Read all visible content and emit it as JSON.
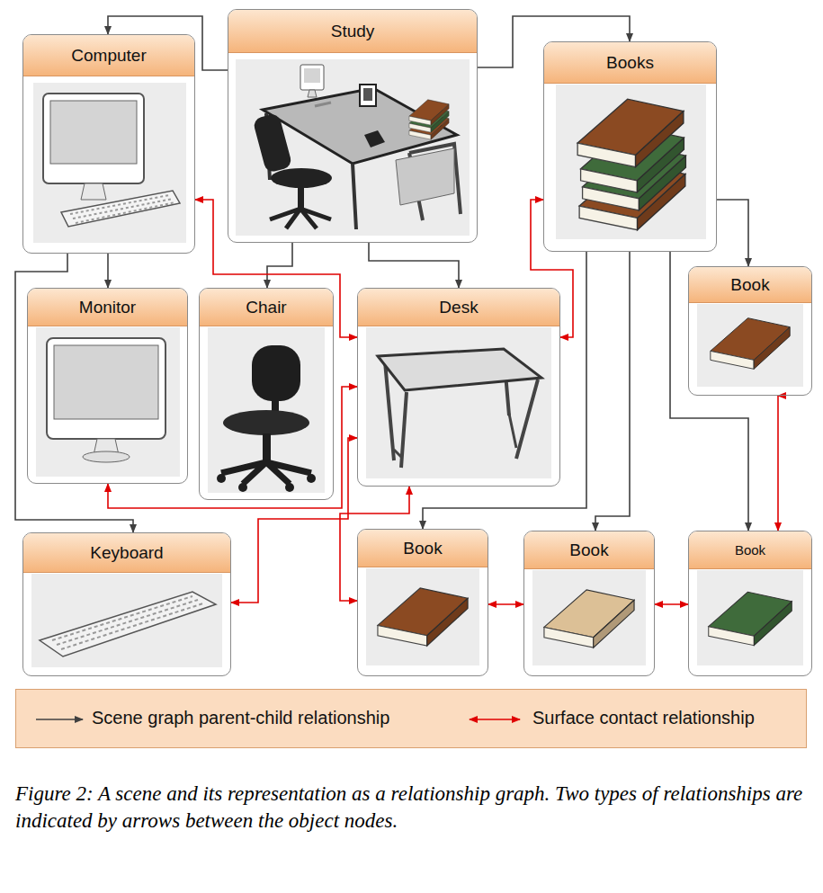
{
  "diagram": {
    "caption": "Figure 2: A scene and its representation as a relationship graph. Two types of relationships are indicated by arrows between the object nodes.",
    "nodes": [
      {
        "text": [
          "Study"
        ]
      },
      {
        "text": [
          "Computer"
        ]
      },
      {
        "text": [
          "Books"
        ]
      },
      {
        "text": [
          "Monitor"
        ]
      },
      {
        "text": [
          "Chair"
        ]
      },
      {
        "text": [
          "Desk"
        ]
      },
      {
        "text": [
          "Book"
        ]
      },
      {
        "text": [
          "Keyboard"
        ]
      },
      {
        "text": [
          "Book"
        ]
      },
      {
        "text": [
          "Book"
        ]
      },
      {
        "text": [
          "Book"
        ]
      }
    ],
    "edges": [
      {
        "from": 0,
        "to": 1,
        "arrow": "to"
      },
      {
        "from": 0,
        "to": 2,
        "arrow": "to"
      },
      {
        "from": 0,
        "to": 4,
        "arrow": "to"
      },
      {
        "from": 0,
        "to": 5,
        "arrow": "to"
      },
      {
        "from": 1,
        "to": 3,
        "arrow": "to"
      },
      {
        "from": 1,
        "to": 7,
        "arrow": "to"
      },
      {
        "from": 1,
        "to": 5,
        "arrow": "both"
      },
      {
        "from": 2,
        "to": 5,
        "arrow": "both"
      },
      {
        "from": 2,
        "to": 6,
        "arrow": "to"
      },
      {
        "from": 2,
        "to": 8,
        "arrow": "to"
      },
      {
        "from": 2,
        "to": 9,
        "arrow": "to"
      },
      {
        "from": 2,
        "to": 10,
        "arrow": "to"
      },
      {
        "from": 3,
        "to": 5,
        "arrow": "both"
      },
      {
        "from": 7,
        "to": 5,
        "arrow": "both"
      },
      {
        "from": 5,
        "to": 8,
        "arrow": "both"
      },
      {
        "from": 8,
        "to": 9,
        "arrow": "both"
      },
      {
        "from": 9,
        "to": 10,
        "arrow": "both"
      },
      {
        "from": 6,
        "to": 10,
        "arrow": "both"
      }
    ],
    "legend": [
      {
        "text": "Scene graph parent-child relationship"
      },
      {
        "text": "Surface contact relationship"
      }
    ]
  }
}
